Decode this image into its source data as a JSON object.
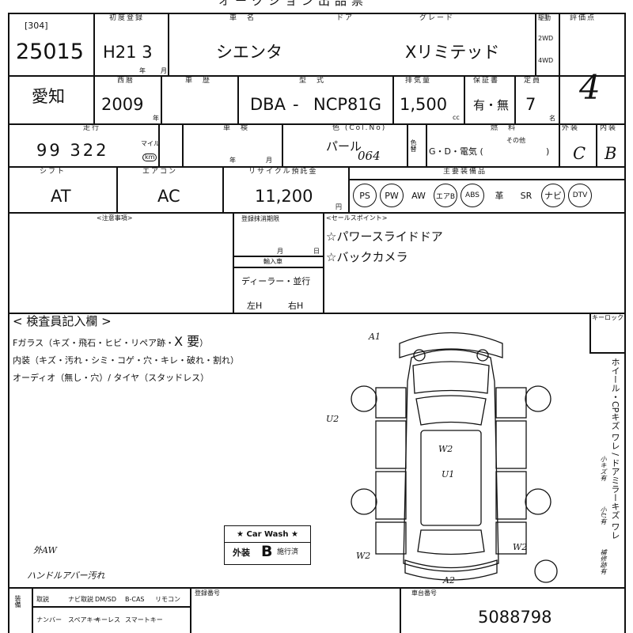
{
  "header_title": "オークション出品票",
  "lot": {
    "bracket_label": "[304]",
    "number": "25015"
  },
  "registration": {
    "label": "初度登録",
    "value": "H21 3",
    "year_unit": "年",
    "month_unit": "月"
  },
  "model": {
    "label": "車　名",
    "door_label": "ドア",
    "grade_label": "グレード",
    "name": "シエンタ",
    "grade": "Xリミテッド"
  },
  "drive": {
    "label": "駆動",
    "opt1": "2WD",
    "opt2": "4WD"
  },
  "score": {
    "label": "評価点",
    "value": "4"
  },
  "region": {
    "value": "愛知"
  },
  "year": {
    "label": "西暦",
    "value": "2009",
    "unit": "年"
  },
  "inspection_small_label": "車　歴",
  "model_code": {
    "label": "型　式",
    "prefix": "DBA",
    "dash": "-",
    "code": "NCP81G"
  },
  "displacement": {
    "label": "排気量",
    "value": "1,500",
    "unit": "cc"
  },
  "warranty": {
    "label": "保証書",
    "value": "有・無"
  },
  "capacity": {
    "label": "定員",
    "value": "7",
    "unit": "名"
  },
  "mileage": {
    "label": "走行",
    "value": "99 322",
    "unit_mile": "マイル",
    "unit_km": "km"
  },
  "shaken": {
    "label": "車　検",
    "year_unit": "年",
    "month_unit": "月"
  },
  "color": {
    "label": "色 (Col.No)",
    "value": "パール",
    "code": "064",
    "repaint": "色替"
  },
  "fuel": {
    "label": "燃　料",
    "value": "G・D・電気 (",
    "other": "その他",
    "close": ")"
  },
  "exterior": {
    "label": "外装",
    "value": "C"
  },
  "interior": {
    "label": "内装",
    "value": "B"
  },
  "shift": {
    "label": "シフト",
    "value": "AT"
  },
  "aircon": {
    "label": "エアコン",
    "value": "AC"
  },
  "recycle": {
    "label": "リサイクル預託金",
    "value": "11,200",
    "unit": "円"
  },
  "equipment": {
    "label": "主要装備品",
    "items": [
      {
        "label": "PS",
        "circled": true
      },
      {
        "label": "PW",
        "circled": true
      },
      {
        "label": "AW",
        "circled": false
      },
      {
        "label": "エアB",
        "circled": true
      },
      {
        "label": "ABS",
        "circled": true
      },
      {
        "label": "革",
        "circled": false
      },
      {
        "label": "SR",
        "circled": false
      },
      {
        "label": "ナビ",
        "circled": true
      },
      {
        "label": "DTV",
        "circled": true
      }
    ]
  },
  "notes_header": "<注意事項>",
  "deadline": {
    "label": "登録抹消期限",
    "month_unit": "月",
    "day_unit": "日"
  },
  "import": {
    "label": "輸入車",
    "value": "ディーラー・並行",
    "left": "左H",
    "right": "右H"
  },
  "sales_points": {
    "header": "<セールスポイント>",
    "items": [
      "☆パワースライドドア",
      "☆バックカメラ"
    ]
  },
  "keylock_label": "キーロック",
  "inspector": {
    "header": "< 検査員記入欄 >",
    "line1_prefix": "Fガラス（キズ・飛石・ヒビ・リペア跡・",
    "line1_mark": "X 要",
    "line1_suffix": "）",
    "line2": "内装（キズ・汚れ・シミ・コゲ・穴・キレ・破れ・割れ）",
    "line3": "オーディオ（無し・穴）/ タイヤ（スタッドレス）",
    "right_side_note": "ホイール・CPキズ ワレ / ドアミラーキズ ワレ"
  },
  "handwriting": {
    "a1_top": "A1",
    "u2_left": "U2",
    "w2_mid": "W2",
    "u1_mid": "U1",
    "w2_bl": "W2",
    "w2_br": "W2",
    "a2_bottom": "A2",
    "note1": "外AW",
    "note2": "ハンドルアバー汚れ",
    "side1": "小キズ有",
    "side2": "小U有",
    "side3": "補修跡有"
  },
  "carwash": {
    "title": "★ Car Wash ★",
    "exterior": "外装",
    "grade": "B",
    "suffix": "施行済"
  },
  "bottom": {
    "col1": "装備",
    "row1": [
      "取説",
      "ナビ取説",
      "DM/SD",
      "B-CAS",
      "リモコン"
    ],
    "row2": [
      "ナンバー",
      "スペアキー",
      "キーレス",
      "スマートキー"
    ],
    "reg_label": "登録番号",
    "chassis_label": "車台番号",
    "chassis_value": "5088798"
  }
}
